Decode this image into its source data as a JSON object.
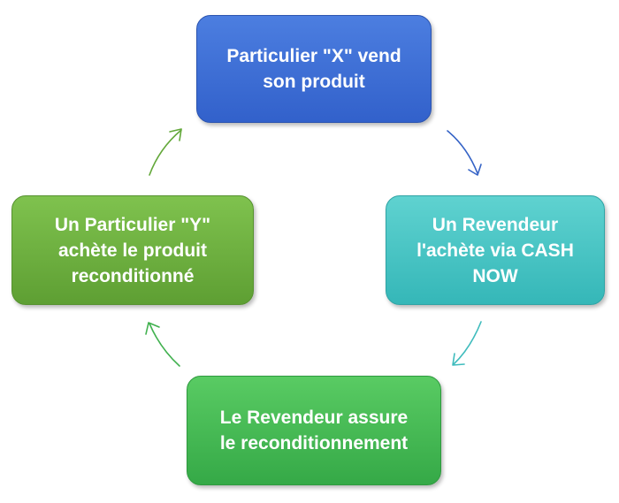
{
  "nodes": {
    "top": {
      "line1": "Particulier \"X\" vend",
      "line2": "son produit",
      "line3": ""
    },
    "right": {
      "line1": "Un Revendeur",
      "line2": "l'achète via CASH",
      "line3": "NOW"
    },
    "bottom": {
      "line1": "Le Revendeur assure",
      "line2": "le reconditionnement",
      "line3": ""
    },
    "left": {
      "line1": "Un Particulier \"Y\"",
      "line2": "achète le produit",
      "line3": "reconditionné"
    }
  },
  "colors": {
    "top": "#3a6bd4",
    "right": "#46c4c4",
    "bottom": "#44b853",
    "left": "#6daf3f",
    "arrow_top_right": "#3563c6",
    "arrow_right_bottom": "#3fbcbd",
    "arrow_bottom_left": "#41b14f",
    "arrow_left_top": "#63a83a"
  }
}
